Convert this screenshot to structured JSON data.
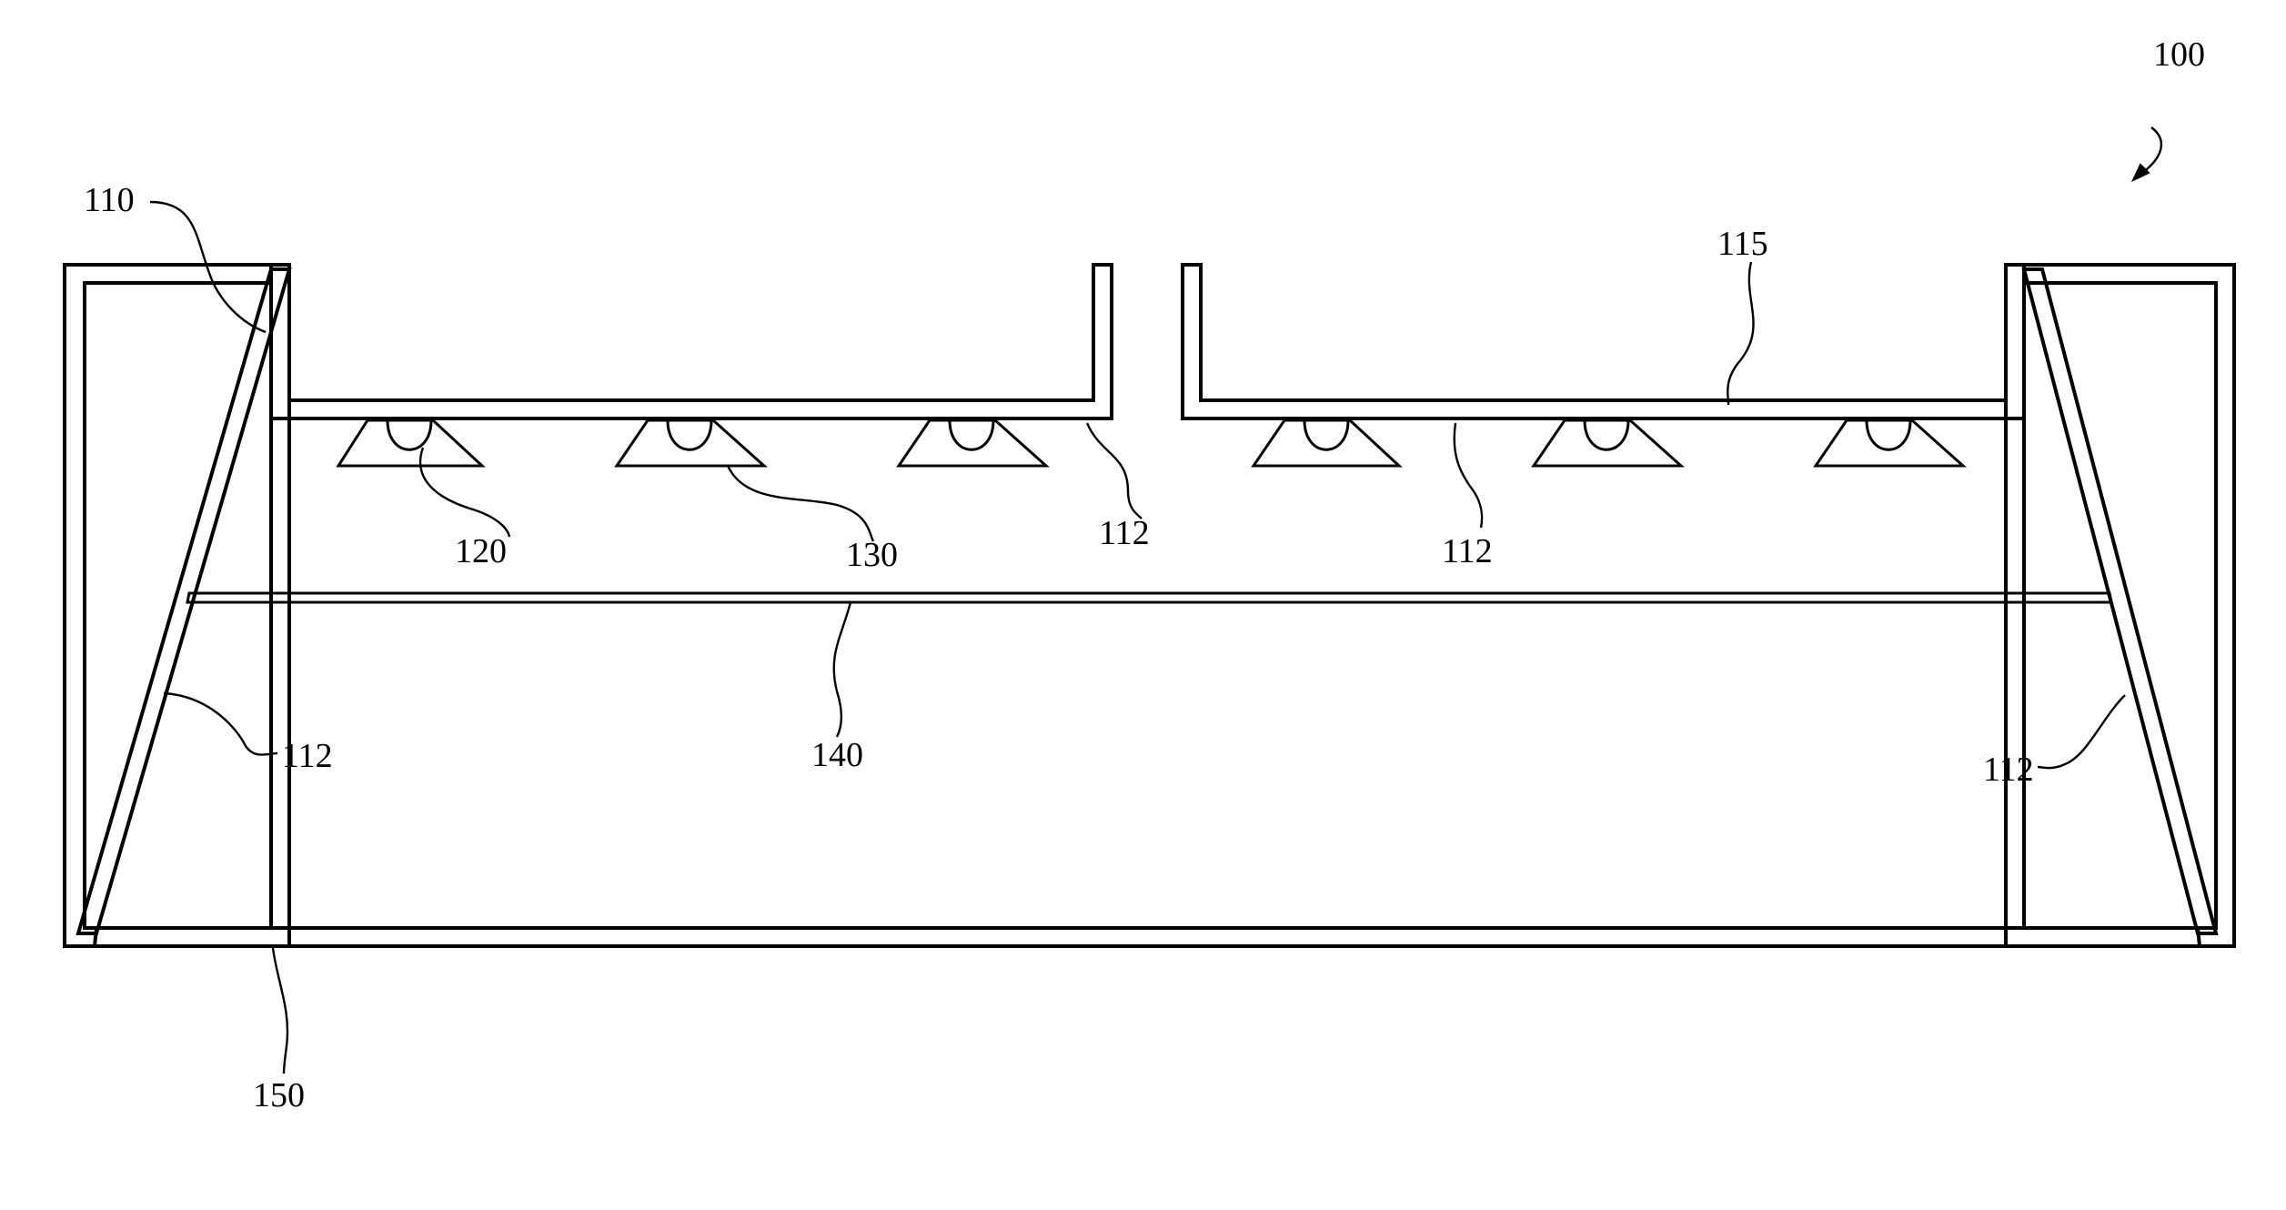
{
  "figure": {
    "labels": {
      "assembly": "100",
      "frame": "110",
      "reflective_surface": "112",
      "light_board": "115",
      "led": "120",
      "lens": "130",
      "diffuser": "140",
      "base_plate": "150"
    },
    "colors": {
      "line": "#000000",
      "background": "#ffffff"
    }
  }
}
